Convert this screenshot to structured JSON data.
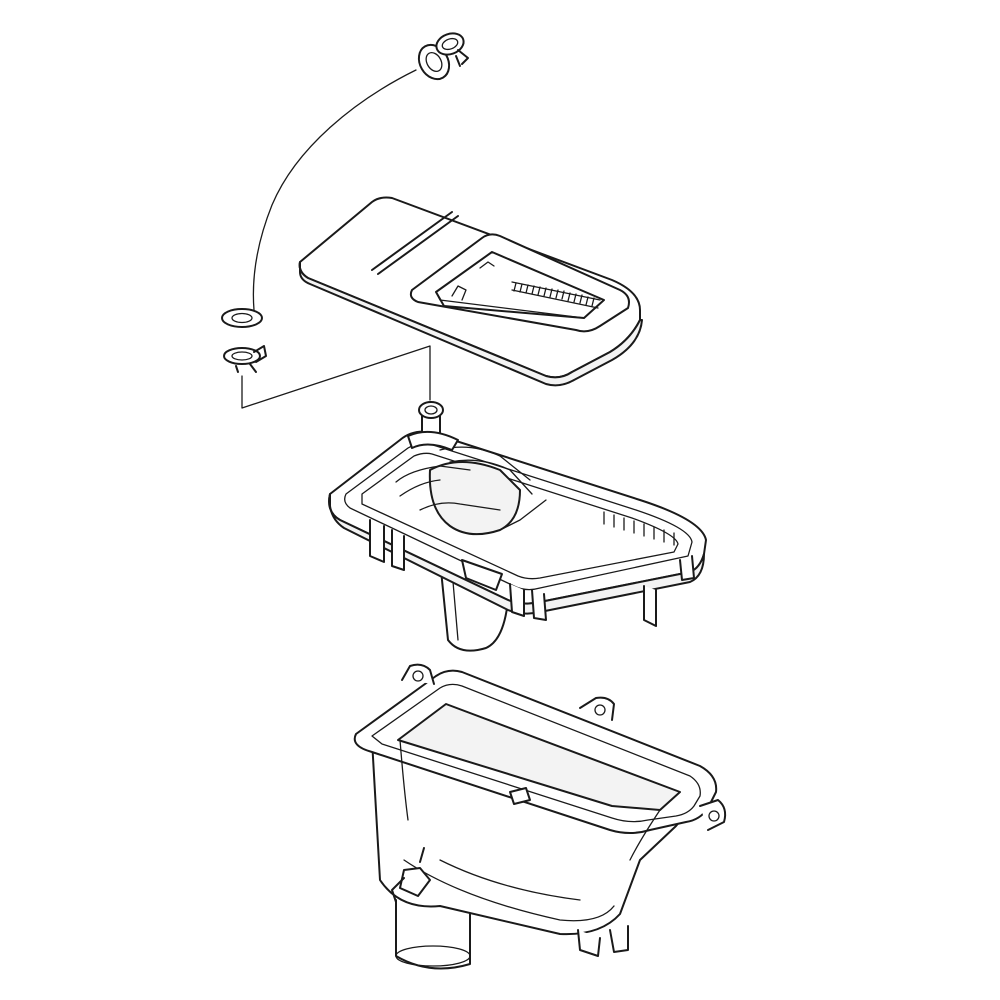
{
  "parts": [
    {
      "id": "hose",
      "name": "inlet-hose"
    },
    {
      "id": "clamp_top",
      "name": "hose-clamp-upper"
    },
    {
      "id": "clamp_bottom",
      "name": "hose-clamp-lower"
    },
    {
      "id": "cover",
      "name": "dispenser-drawer-cover"
    },
    {
      "id": "frame",
      "name": "dispenser-frame-with-inlet"
    },
    {
      "id": "housing",
      "name": "dispenser-housing-tub"
    }
  ],
  "colors": {
    "line": "#1a1a1a",
    "background": "#ffffff",
    "fill_light": "#f3f3f3"
  }
}
